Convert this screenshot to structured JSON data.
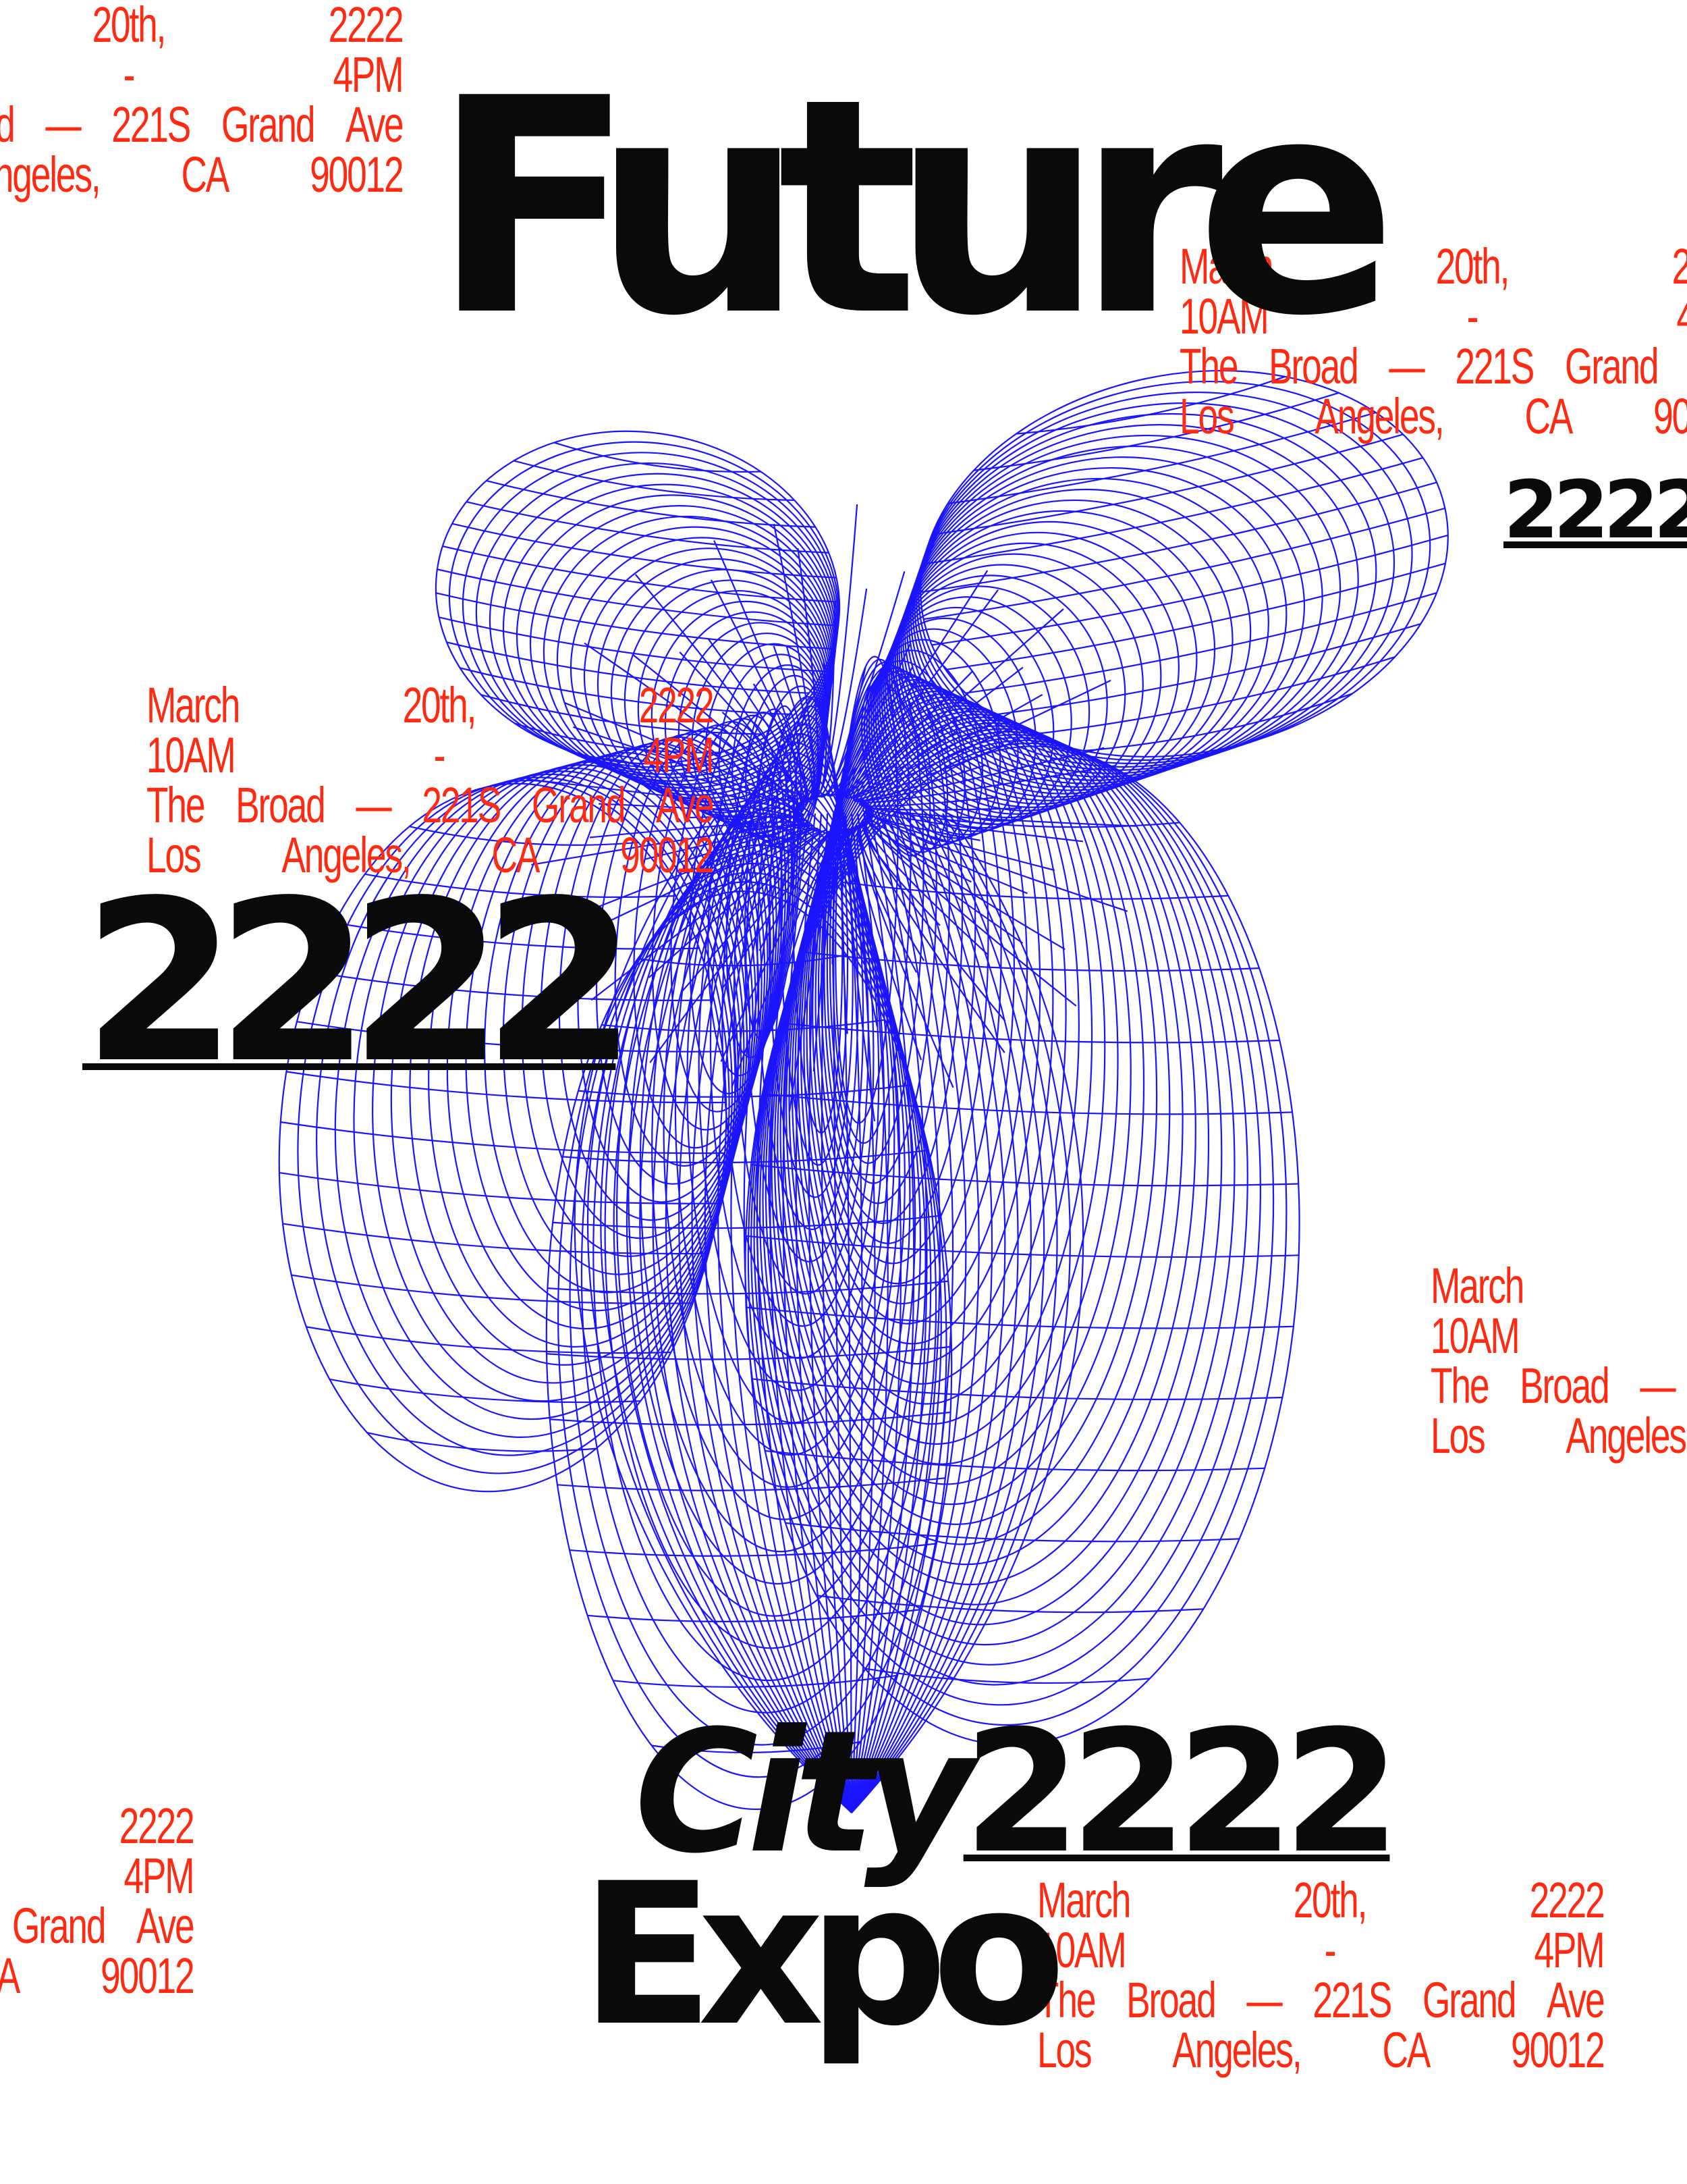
{
  "colors": {
    "background": "#ffffff",
    "accent_red": "#ff2a12",
    "wireframe_blue": "#1a14ff",
    "headline_black": "#0a0a0a"
  },
  "headline": {
    "future": "Future",
    "city": "City",
    "city_year": "2222",
    "expo": "Expo",
    "year_large": "2222",
    "year_small": "2222"
  },
  "event_info": {
    "date_month": "March",
    "date_day": "20th,",
    "date_year": "2222",
    "time_start": "10AM",
    "time_sep": "-",
    "time_end": "4PM",
    "venue": "The",
    "venue_name": "Broad",
    "venue_dash": "—",
    "venue_street": "221S",
    "venue_grand": "Grand",
    "venue_ave": "Ave",
    "city_los": "Los",
    "city_angeles": "Angeles,",
    "city_state": "CA",
    "city_zip": "90012"
  }
}
